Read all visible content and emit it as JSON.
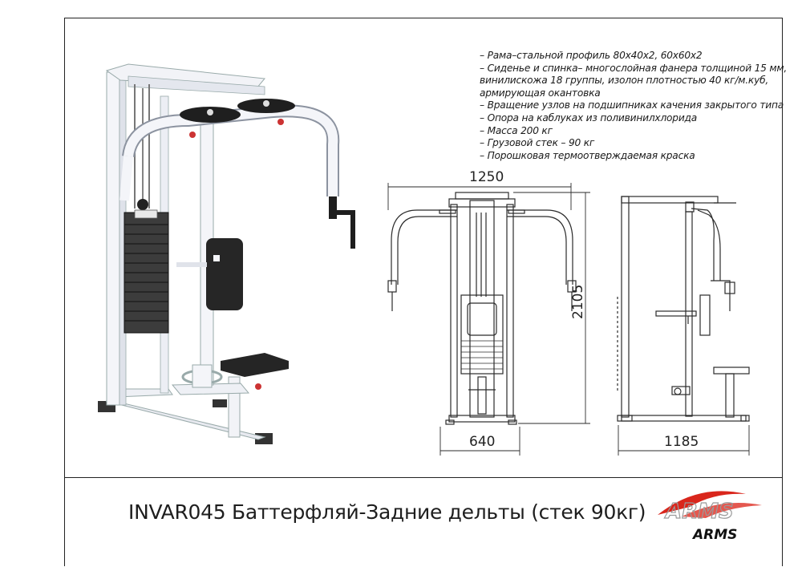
{
  "specs": [
    "– Рама–стальной профиль 80х40х2, 60х60х2",
    "– Сиденье и спинка– многослойная фанера толщиной 15 мм,",
    "винилискожа 18 группы, изолон плотностью 40 кг/м.куб,",
    "армирующая окантовка",
    "– Вращение узлов на подшипниках качения закрытого типа",
    "– Опора на каблуках из поливинилхлорида",
    "– Масса 200 кг",
    "– Грузовой стек – 90 кг",
    "– Порошковая термоотверждаемая краска"
  ],
  "dimensions": {
    "width_front": "1250",
    "height": "2105",
    "base_width": "640",
    "depth": "1185"
  },
  "title": "INVAR045 Баттерфляй-Задние дельты (стек 90кг)",
  "logo": {
    "text": "ARMS",
    "color": "#d9261c"
  }
}
